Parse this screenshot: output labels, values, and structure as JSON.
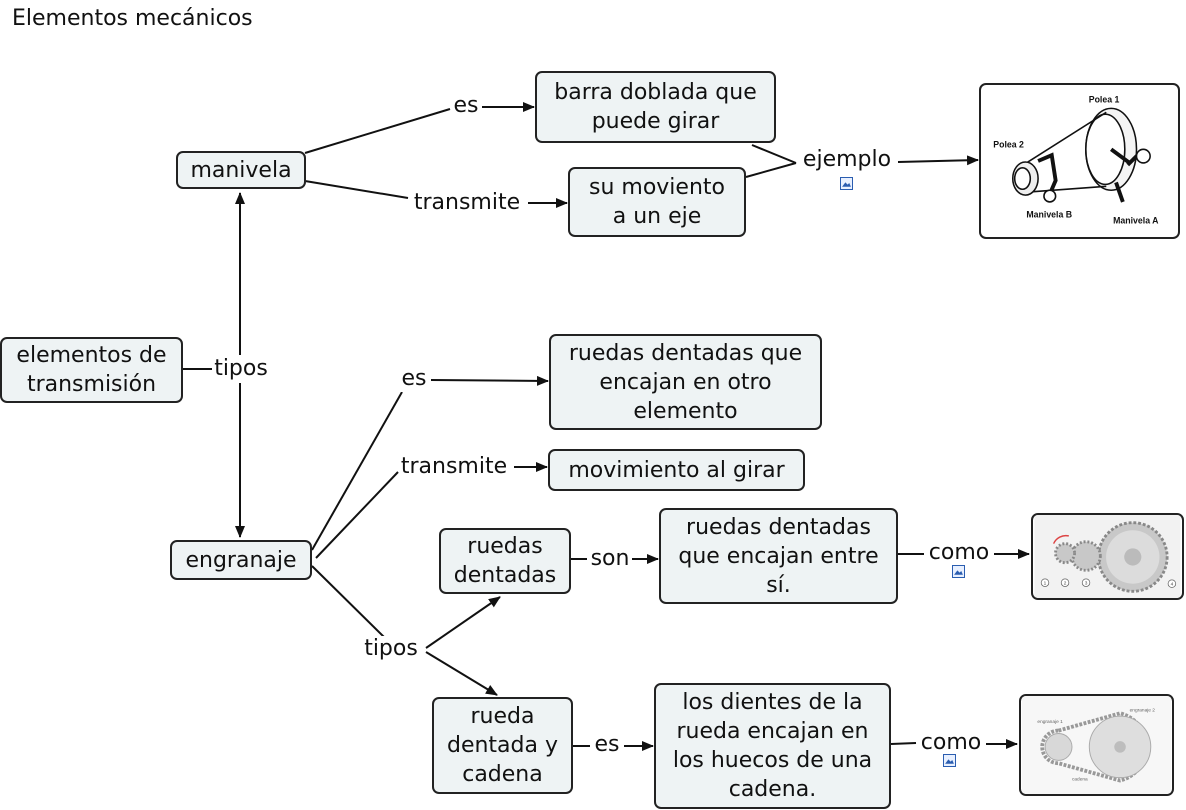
{
  "title": "Elementos mecánicos",
  "nodes": {
    "elementos": "elementos de\ntransmisión",
    "manivela": "manivela",
    "engranaje": "engranaje",
    "barra": "barra doblada que\npuede girar",
    "movimiento_eje": "su moviento\na un eje",
    "ruedas_encajan_otro": "ruedas dentadas que\nencajan en otro\nelemento",
    "movimiento_girar": "movimiento al girar",
    "ruedas_dentadas": "ruedas\ndentadas",
    "ruedas_encajan_si": "ruedas dentadas\nque encajan entre\nsí.",
    "rueda_cadena": "rueda\ndentada y\ncadena",
    "dientes": "los dientes de la\nrueda encajan en\nlos huecos de una\ncadena."
  },
  "links": {
    "tipos_top": "tipos",
    "es_manivela": "es",
    "transmite_manivela": "transmite",
    "ejemplo": "ejemplo",
    "es_engranaje": "es",
    "transmite_engranaje": "transmite",
    "tipos_bottom": "tipos",
    "son": "son",
    "como_ruedas": "como",
    "es_cadena": "es",
    "como_cadena": "como"
  },
  "images": {
    "manivela_labels": {
      "polea1": "Polea 1",
      "polea2": "Polea 2",
      "manivela_a": "Manivela A",
      "manivela_b": "Manivela B"
    },
    "gears_labels": [
      "1",
      "2",
      "3",
      "4"
    ],
    "chain_labels": {
      "engranaje1": "engranaje 1",
      "engranaje2": "engranaje 2",
      "cadena": "cadena"
    }
  }
}
